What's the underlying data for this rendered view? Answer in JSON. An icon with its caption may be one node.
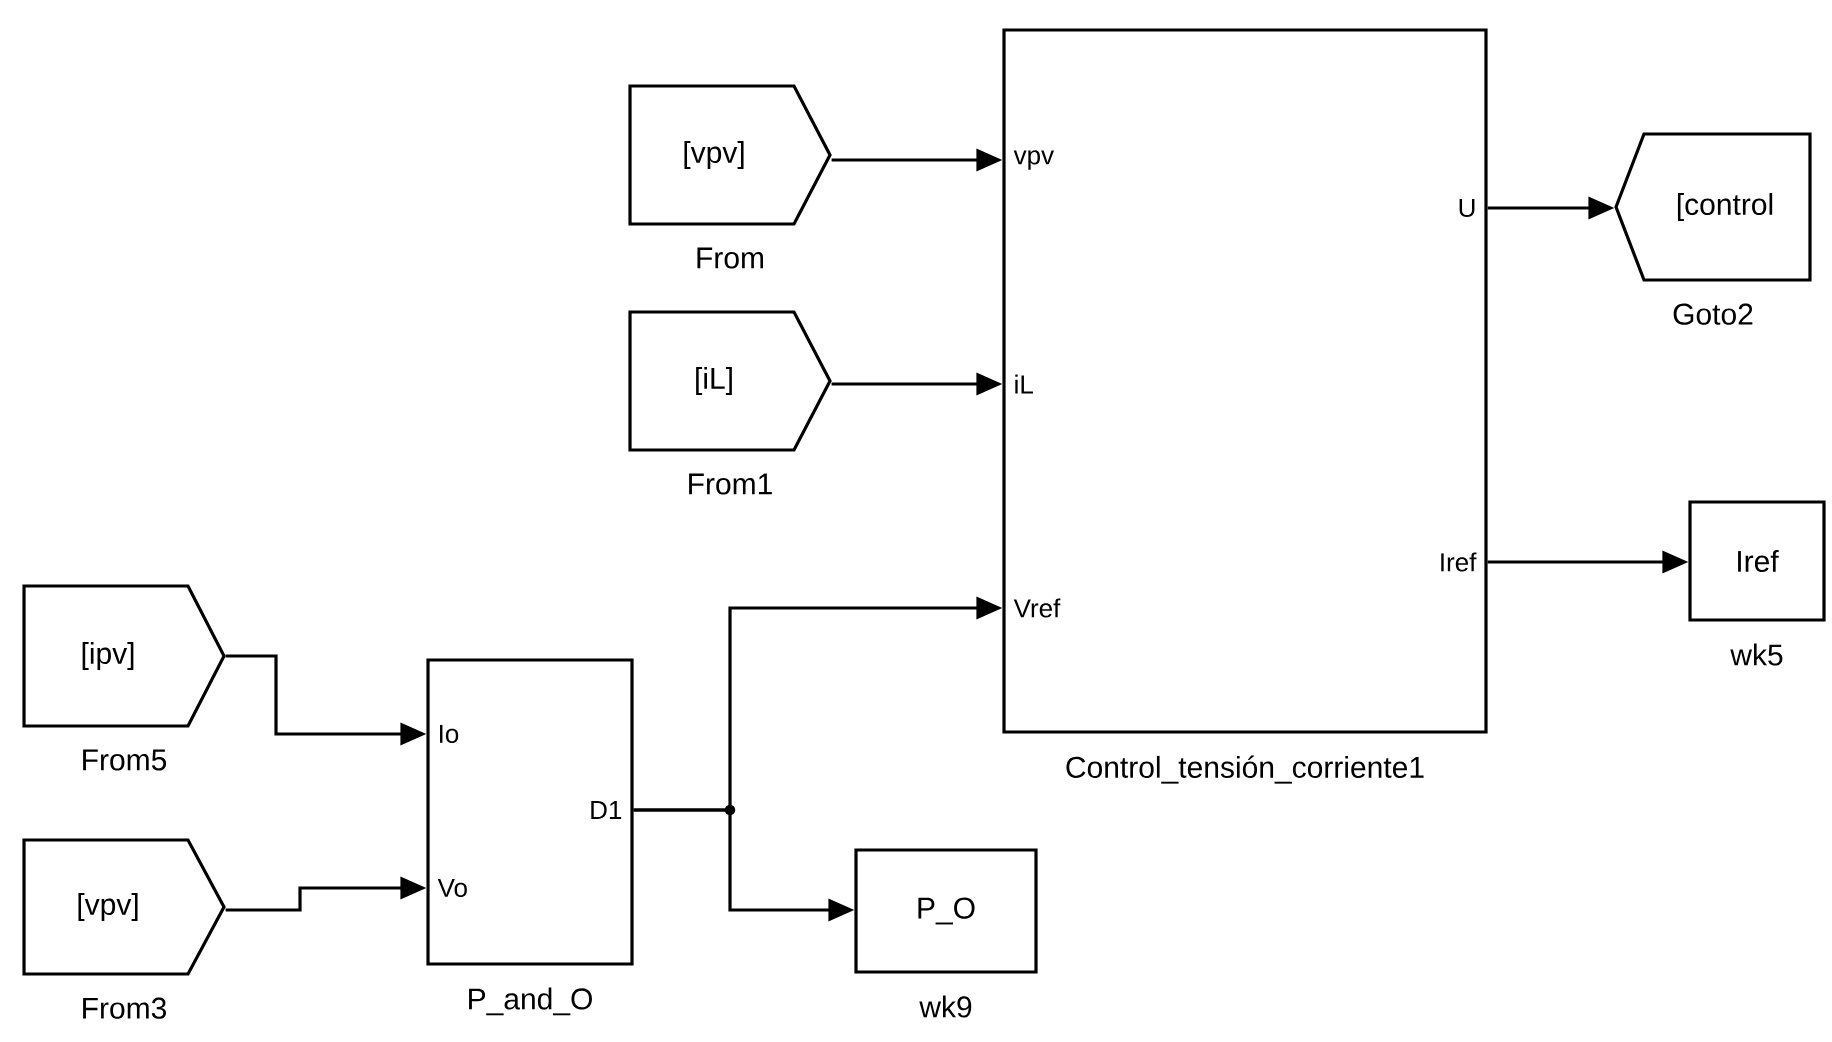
{
  "diagram": {
    "nodes": [
      {
        "text": [
          "vpv",
          "iL",
          "Vref",
          "U",
          "Iref"
        ],
        "beside": [
          "Control_tensión_corriente1"
        ]
      },
      {
        "text": [
          "[vpv]"
        ],
        "beside": [
          "From"
        ]
      },
      {
        "text": [
          "[control"
        ],
        "beside": [
          "Goto2"
        ]
      },
      {
        "text": [
          "[iL]"
        ],
        "beside": [
          "From1"
        ]
      },
      {
        "text": [
          "Iref"
        ],
        "beside": [
          "wk5"
        ]
      },
      {
        "text": [
          "[ipv]"
        ],
        "beside": [
          "From5"
        ]
      },
      {
        "text": [
          "Io",
          "Vo",
          "D1"
        ],
        "beside": [
          "P_and_O"
        ]
      },
      {
        "text": [
          "[vpv]"
        ],
        "beside": [
          "From3"
        ]
      },
      {
        "text": [
          "P_O"
        ],
        "beside": [
          "wk9"
        ]
      }
    ],
    "edges": [
      {
        "from": 1,
        "to": 0,
        "arrow": "to"
      },
      {
        "from": 0,
        "to": 2,
        "arrow": "to"
      },
      {
        "from": 3,
        "to": 0,
        "arrow": "to"
      },
      {
        "from": 0,
        "to": 4,
        "arrow": "to"
      },
      {
        "from": 5,
        "to": 6,
        "arrow": "to"
      },
      {
        "from": 7,
        "to": 6,
        "arrow": "to"
      },
      {
        "from": 6,
        "to": 0,
        "arrow": "to"
      },
      {
        "from": 6,
        "to": 8,
        "arrow": "to"
      }
    ]
  }
}
